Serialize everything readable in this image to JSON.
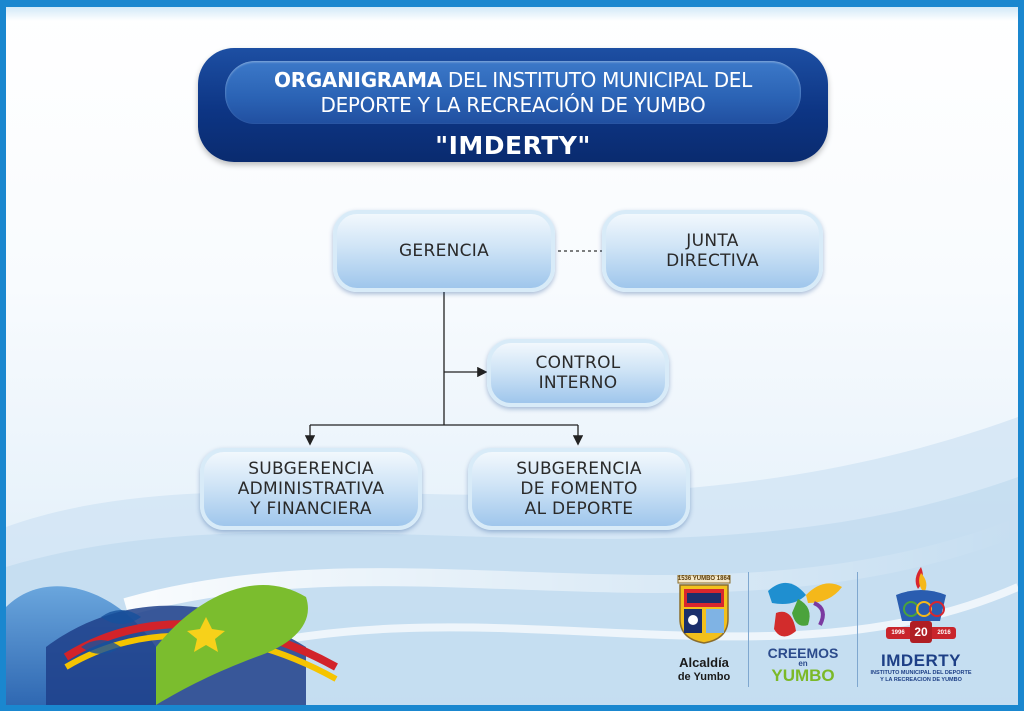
{
  "title": {
    "bold": "ORGANIGRAMA",
    "rest": " DEL INSTITUTO MUNICIPAL DEL",
    "line2": "DEPORTE Y LA RECREACIÓN DE YUMBO",
    "acronym": "\"IMDERTY\""
  },
  "nodes": {
    "gerencia": "GERENCIA",
    "junta": "JUNTA\nDIRECTIVA",
    "control": "CONTROL\nINTERNO",
    "sub_admin": "SUBGERENCIA\nADMINISTRATIVA\nY FINANCIERA",
    "sub_fomento": "SUBGERENCIA\nDE FOMENTO\nAL DEPORTE"
  },
  "logos": {
    "alcaldia": {
      "years": "1536 YUMBO 1864",
      "line1": "Alcaldía",
      "line2": "de Yumbo"
    },
    "creemos": {
      "line1": "CREEMOS",
      "small": "en",
      "line2": "YUMBO"
    },
    "imderty": {
      "name": "IMDERTY",
      "sub1": "INSTITUTO MUNICIPAL DEL DEPORTE",
      "sub2": "Y LA RECREACION DE YUMBO",
      "years_left": "1996",
      "years_right": "2016",
      "badge": "20"
    }
  },
  "colors": {
    "frame": "#1a87cf",
    "title_dark": "#0d3584",
    "title_light": "#2a62b4",
    "node_light": "#cfe4f6",
    "node_dark": "#9fc6ec",
    "creemos_green": "#7bb928"
  }
}
